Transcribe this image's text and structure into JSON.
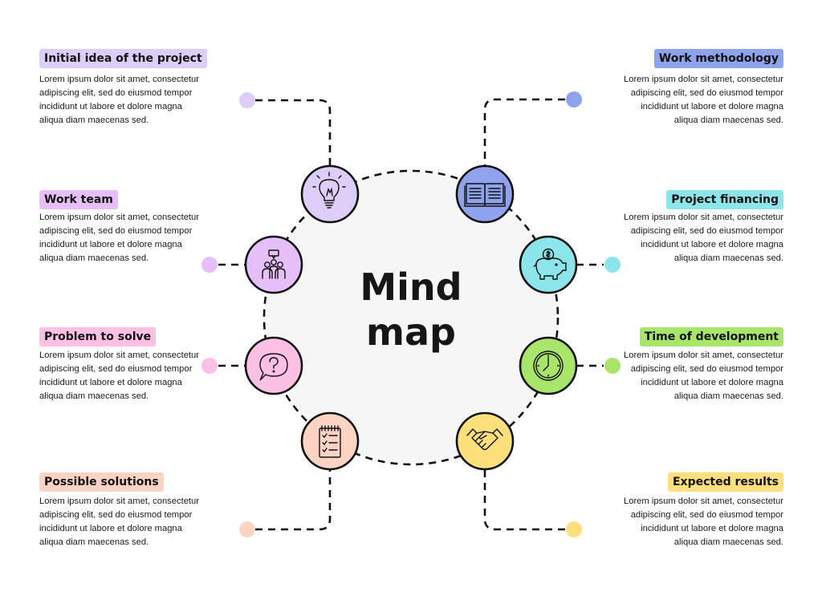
{
  "center": {
    "title_line1": "Mind",
    "title_line2": "map",
    "fill": "#f6f6f6"
  },
  "topics": [
    {
      "label": "Initial idea of the project",
      "color": "#dccdf9",
      "icon": "lightbulb-icon",
      "text": "Lorem ipsum dolor sit amet, consectetur adipiscing elit, sed do eiusmod tempor incididunt ut labore et dolore magna aliqua diam maecenas sed."
    },
    {
      "label": "Work team",
      "color": "#e7bff8",
      "icon": "team-icon",
      "text": "Lorem ipsum dolor sit amet, consectetur adipiscing elit, sed do eiusmod tempor incididunt ut labore et dolore magna aliqua diam maecenas sed."
    },
    {
      "label": "Problem to solve",
      "color": "#fbc0e4",
      "icon": "question-bubble-icon",
      "text": "Lorem ipsum dolor sit amet, consectetur adipiscing elit, sed do eiusmod tempor incididunt ut labore et dolore magna aliqua diam maecenas sed."
    },
    {
      "label": "Possible solutions",
      "color": "#fdd4c4",
      "icon": "checklist-icon",
      "text": "Lorem ipsum dolor sit amet, consectetur adipiscing elit, sed do eiusmod tempor incididunt ut labore et dolore magna aliqua diam maecenas sed."
    },
    {
      "label": "Work methodology",
      "color": "#8fa2ec",
      "icon": "book-icon",
      "text": "Lorem ipsum dolor sit amet, consectetur adipiscing elit, sed do eiusmod tempor incididunt ut labore et dolore magna aliqua diam maecenas sed."
    },
    {
      "label": "Project financing",
      "color": "#8ce5ea",
      "icon": "piggy-bank-icon",
      "text": "Lorem ipsum dolor sit amet, consectetur adipiscing elit, sed do eiusmod tempor incididunt ut labore et dolore magna aliqua diam maecenas sed."
    },
    {
      "label": "Time of development",
      "color": "#a9e46b",
      "icon": "clock-icon",
      "text": "Lorem ipsum dolor sit amet, consectetur adipiscing elit, sed do eiusmod tempor incididunt ut labore et dolore magna aliqua diam maecenas sed."
    },
    {
      "label": "Expected results",
      "color": "#fde07c",
      "icon": "handshake-icon",
      "text": "Lorem ipsum dolor sit amet, consectetur adipiscing elit, sed do eiusmod tempor incididunt ut labore et dolore magna aliqua diam maecenas sed."
    }
  ]
}
